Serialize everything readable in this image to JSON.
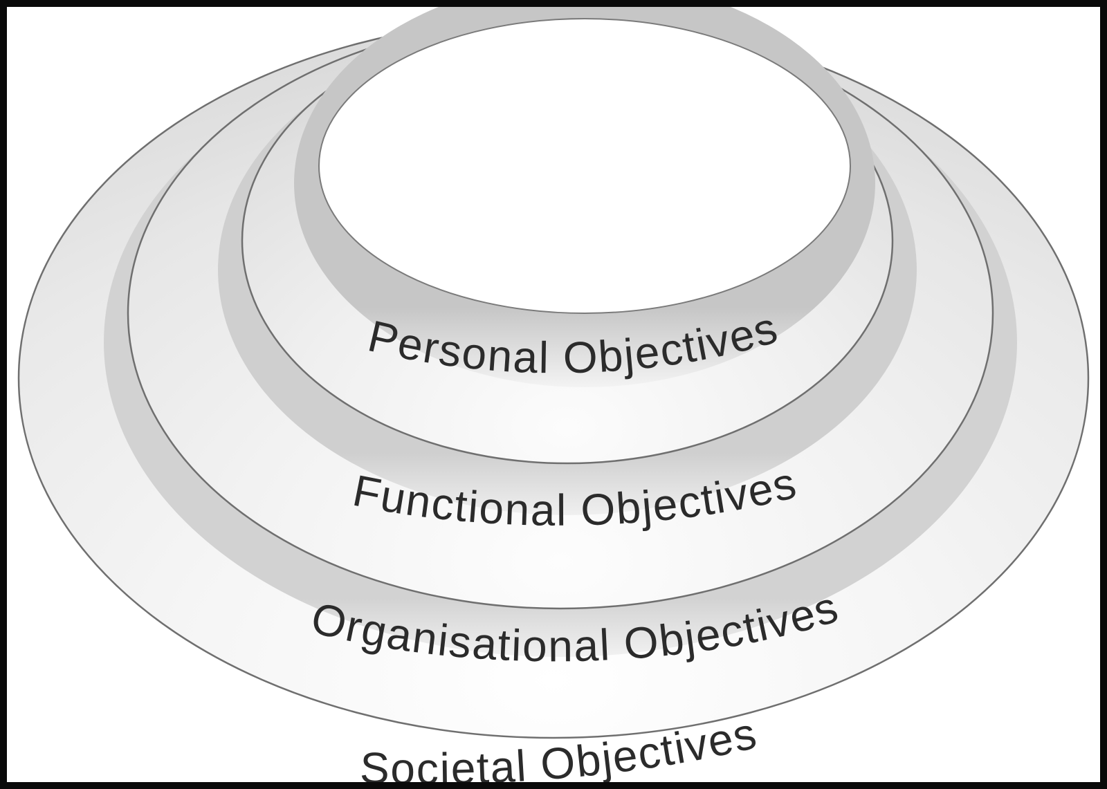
{
  "diagram": {
    "type": "nested-ellipses-funnel",
    "description": "Concentric bowl/funnel diagram of nested objectives, widest ring at the bottom, white opening at the top",
    "rings": [
      {
        "id": "personal",
        "label": "Personal Objectives",
        "level": 1,
        "position": "innermost band around the white opening"
      },
      {
        "id": "functional",
        "label": "Functional Objectives",
        "level": 2,
        "position": "second band"
      },
      {
        "id": "organisational",
        "label": "Organisational Objectives",
        "level": 3,
        "position": "third band"
      },
      {
        "id": "societal",
        "label": "Societal Objectives",
        "level": 4,
        "position": "outermost, below the outer ellipse"
      }
    ],
    "colors": {
      "outline": "#6f6f6f",
      "label_text": "#2b2b2b",
      "frame": "#0a0a0a",
      "band_highlight": "#ffffff",
      "band_shadow": "#c9c9c9",
      "inner_circle": "#ffffff",
      "background": "#ffffff"
    }
  }
}
